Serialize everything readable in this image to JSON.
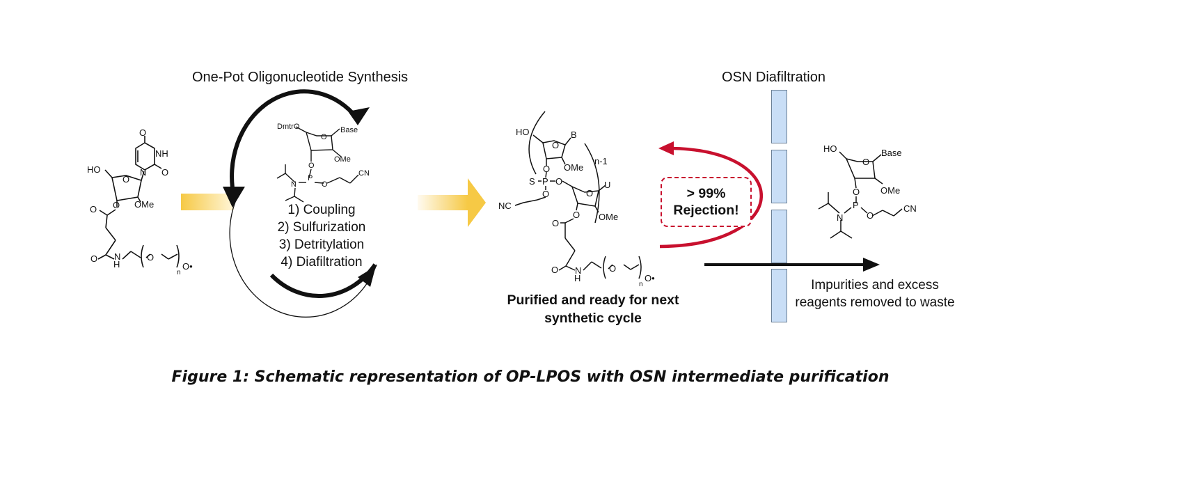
{
  "left_section": {
    "title": "One-Pot Oligonucleotide Synthesis",
    "steps": [
      "1) Coupling",
      "2) Sulfurization",
      "3) Detritylation",
      "4) Diafiltration"
    ]
  },
  "right_section": {
    "title": "OSN Diafiltration"
  },
  "product_caption": [
    "Purified and ready for next",
    "synthetic cycle"
  ],
  "rejection_label": [
    "> 99%",
    "Rejection!"
  ],
  "waste_caption": [
    "Impurities and excess",
    "reagents removed to waste"
  ],
  "figure_caption": "Figure 1: Schematic representation of OP-LPOS with OSN intermediate purification",
  "colors": {
    "accent_red": "#c8102e",
    "membrane": "#c9def6",
    "arrow_yellow": "#f6c945",
    "ink": "#111111"
  },
  "structure_labels": {
    "start_ho": "HO",
    "start_o": "O",
    "start_nh": "NH",
    "start_n": "N",
    "start_ome": "OMe",
    "start_nh_amide": "H",
    "start_n_amide": "N",
    "start_ester_o": "O",
    "start_amide_o": "O",
    "peg_o": "O",
    "peg_n": "n",
    "peg_end": "O•",
    "reagent_dmtro": "DmtrO",
    "reagent_base": "Base",
    "reagent_ome": "OMe",
    "reagent_p": "P",
    "reagent_n": "N",
    "reagent_cn": "CN",
    "product_ho": "HO",
    "product_b": "B",
    "product_ome1": "OMe",
    "product_n1": "n-1",
    "product_s": "S",
    "product_p": "P",
    "product_nc": "NC",
    "product_u": "U",
    "product_ome2": "OMe",
    "waste_ho": "HO",
    "waste_base": "Base",
    "waste_ome": "OMe",
    "waste_p": "P",
    "waste_n": "N",
    "waste_cn": "CN"
  }
}
